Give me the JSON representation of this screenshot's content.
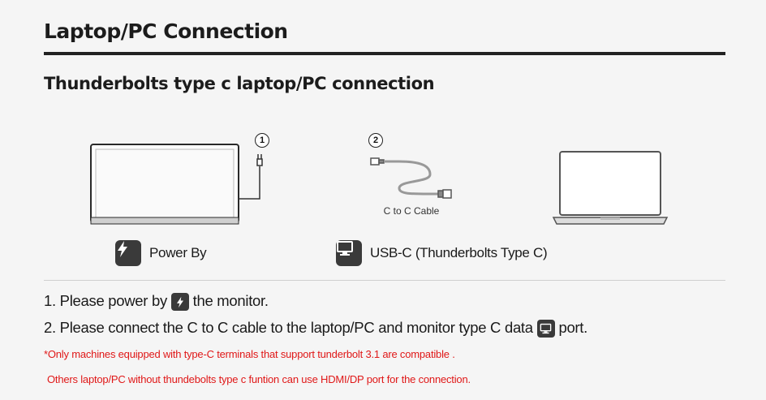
{
  "header": {
    "title": "Laptop/PC Connection",
    "subtitle": "Thunderbolts type c laptop/PC connection"
  },
  "diagram": {
    "step1": "1",
    "step2": "2",
    "cable_label": "C to C Cable",
    "legend": {
      "power_icon": "lightning-icon",
      "power_label": "Power By",
      "usbc_icon": "monitor-icon",
      "usbc_label": "USB-C (Thunderbolts Type C)"
    }
  },
  "instructions": {
    "line1_prefix": "1. Please power by",
    "line1_suffix": "the monitor.",
    "line2_prefix": "2. Please connect the C to C cable to the laptop/PC and monitor type C data",
    "line2_suffix": "port.",
    "note1": "*Only machines equipped with type-C terminals that support tunderbolt 3.1 are compatible .",
    "note2": "Others laptop/PC without thundebolts type c funtion can use HDMI/DP port for the connection."
  },
  "colors": {
    "accent_red": "#e01818",
    "icon_bg": "#3a3a3a",
    "background": "#f5f5f5"
  }
}
